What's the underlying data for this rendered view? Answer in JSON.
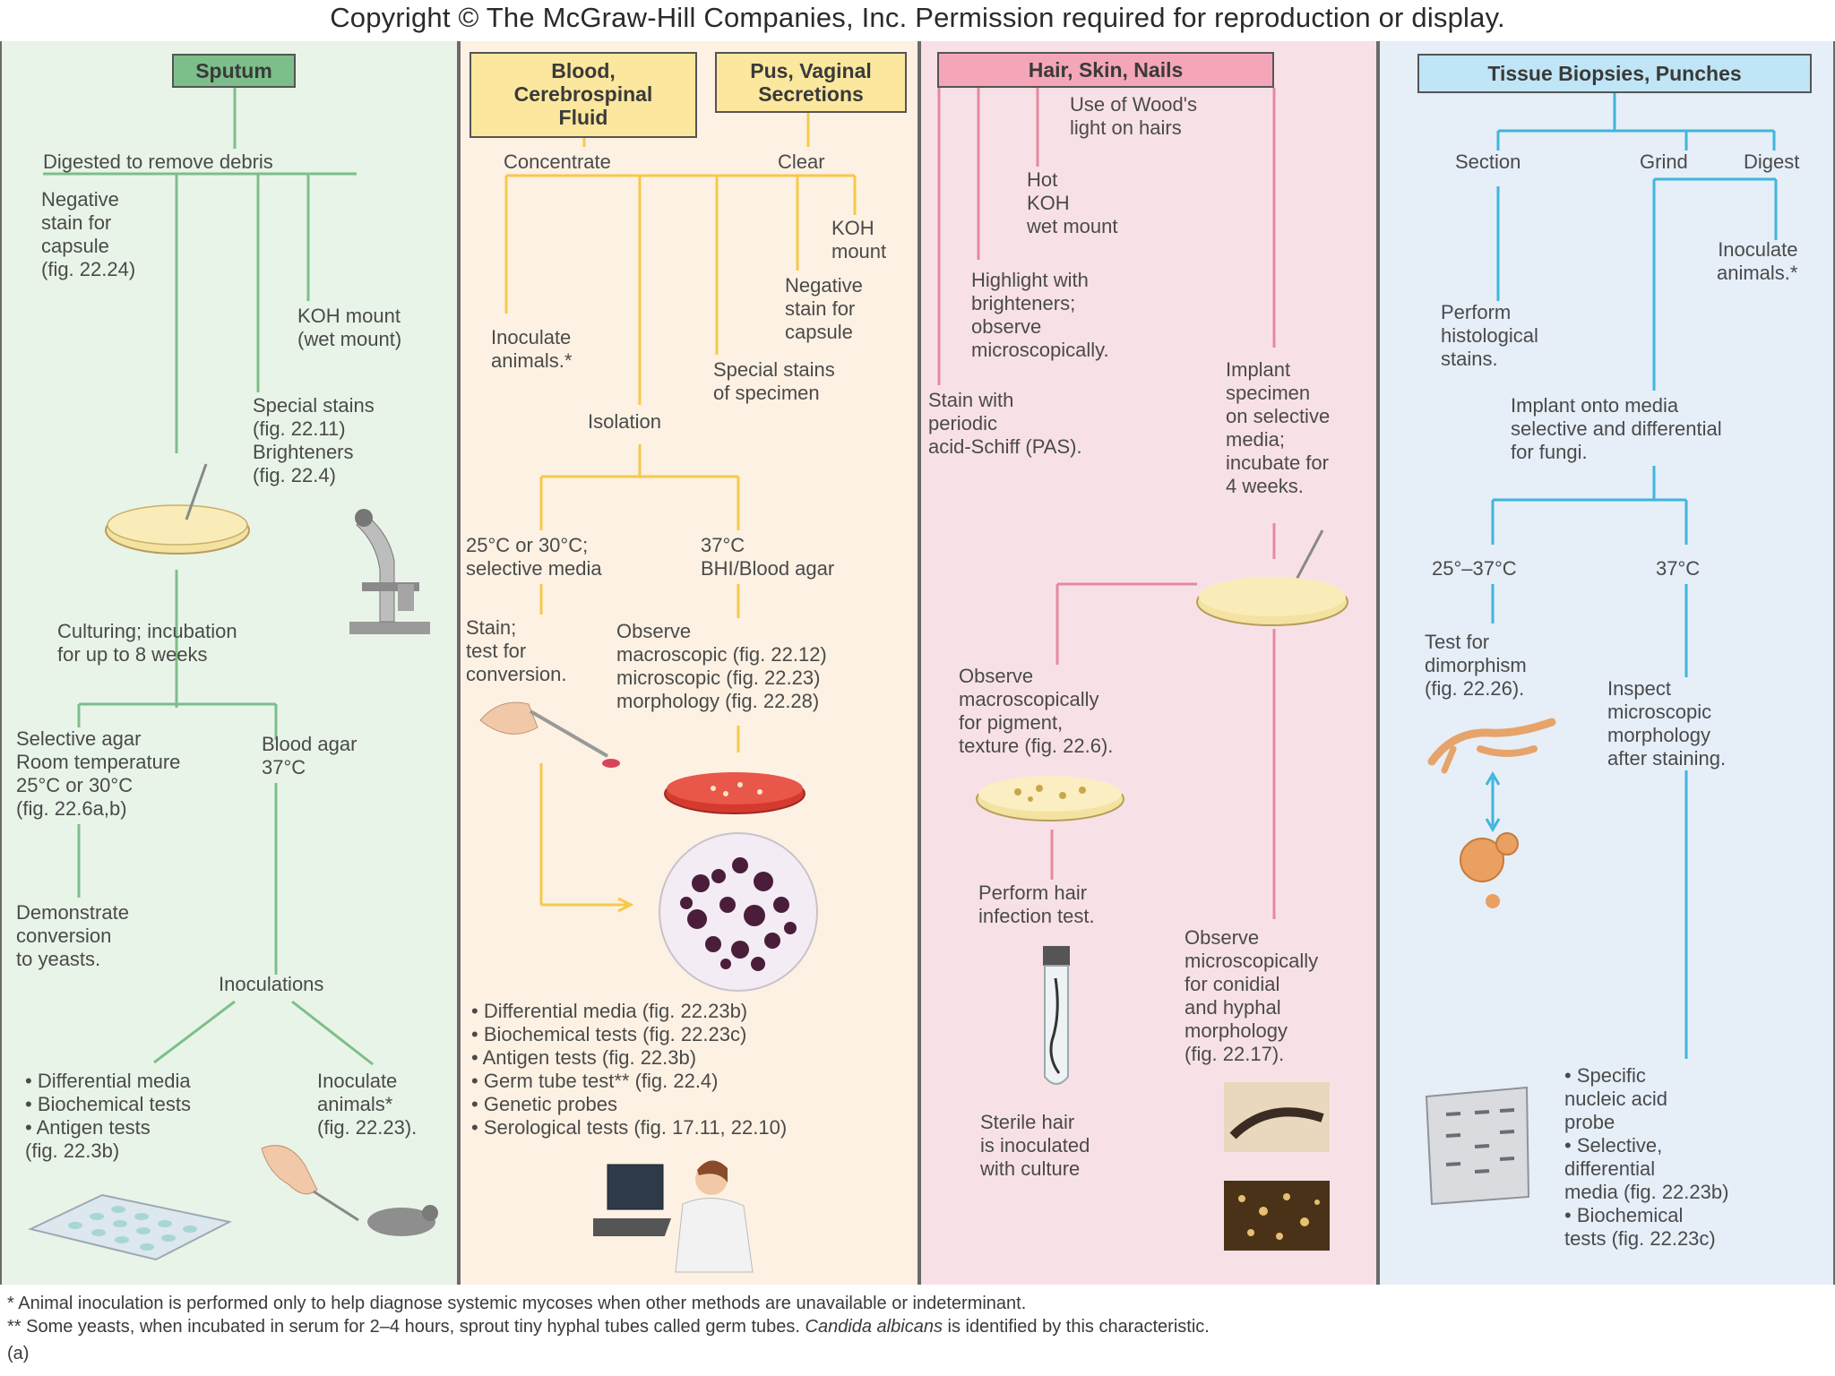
{
  "copyright": "Copyright © The McGraw-Hill Companies, Inc. Permission required for reproduction or display.",
  "sputum": {
    "title": "Sputum",
    "digested": "Digested to remove debris",
    "neg_stain": "Negative\nstain for\ncapsule\n(fig. 22.24)",
    "koh": "KOH mount\n(wet mount)",
    "special": "Special stains\n(fig. 22.11)\nBrighteners\n(fig. 22.4)",
    "culturing": "Culturing; incubation\nfor up to 8 weeks",
    "selective": "Selective agar\nRoom temperature\n25°C or 30°C\n(fig. 22.6a,b)",
    "blood_agar": "Blood agar\n37°C",
    "demonstrate": "Demonstrate\nconversion\nto yeasts.",
    "inoculations": "Inoculations",
    "bullets": [
      "Differential media",
      "Biochemical tests",
      "Antigen tests\n(fig. 22.3b)"
    ],
    "inoculate": "Inoculate\nanimals*\n(fig. 22.23)."
  },
  "blood": {
    "title1": "Blood,\nCerebrospinal\nFluid",
    "title2": "Pus, Vaginal\nSecretions",
    "concentrate": "Concentrate",
    "clear": "Clear",
    "koh": "KOH\nmount",
    "neg_stain": "Negative\nstain for\ncapsule",
    "inoculate": "Inoculate\nanimals.*",
    "special": "Special stains\nof specimen",
    "isolation": "Isolation",
    "temp_25": "25°C or 30°C;\nselective media",
    "temp_37": "37°C\nBHI/Blood agar",
    "stain": "Stain;\ntest for\nconversion.",
    "observe": "Observe\nmacroscopic (fig. 22.12)\nmicroscopic (fig. 22.23)\nmorphology (fig. 22.28)",
    "bullets": [
      "Differential media (fig. 22.23b)",
      "Biochemical tests (fig. 22.23c)",
      "Antigen tests (fig. 22.3b)",
      "Germ tube test** (fig. 22.4)",
      "Genetic probes",
      "Serological tests (fig. 17.11, 22.10)"
    ]
  },
  "hair": {
    "title": "Hair, Skin, Nails",
    "woods": "Use of Wood's\nlight on hairs",
    "hot_koh": "Hot\nKOH\nwet mount",
    "highlight": "Highlight with\nbrighteners;\nobserve\nmicroscopically.",
    "pas": "Stain with\nperiodic\nacid-Schiff (PAS).",
    "implant": "Implant\nspecimen\non selective\nmedia;\nincubate for\n4 weeks.",
    "observe_macro": "Observe\nmacroscopically\nfor pigment,\ntexture (fig. 22.6).",
    "hair_test": "Perform hair\ninfection test.",
    "sterile": "Sterile hair\nis inoculated\nwith culture",
    "observe_micro": "Observe\nmicroscopically\nfor conidial\nand hyphal\nmorphology\n(fig. 22.17)."
  },
  "tissue": {
    "title": "Tissue Biopsies, Punches",
    "section": "Section",
    "grind": "Grind",
    "digest": "Digest",
    "inoculate": "Inoculate\nanimals.*",
    "histo": "Perform\nhistological\nstains.",
    "implant": "Implant onto media\nselective and differential\nfor fungi.",
    "temp_25": "25°–37°C",
    "temp_37": "37°C",
    "dimorph": "Test for\ndimorphism\n(fig. 22.26).",
    "inspect": "Inspect\nmicroscopic\nmorphology\nafter staining.",
    "bullets": [
      "Specific\nnucleic acid\nprobe",
      "Selective,\ndifferential\nmedia (fig. 22.23b)",
      "Biochemical\ntests (fig. 22.23c)"
    ]
  },
  "footnotes": {
    "f1": "* Animal inoculation is performed only to help diagnose systemic mycoses when other methods are unavailable or indeterminant.",
    "f2_a": "** Some yeasts, when incubated in serum for 2–4 hours, sprout tiny hyphal tubes called germ tubes. ",
    "f2_b": "Candida albicans",
    "f2_c": " is identified by this characteristic.",
    "label": "(a)"
  },
  "colors": {
    "sputum": "#7cbf8a",
    "blood": "#f6c94a",
    "hair": "#e58aa0",
    "tissue": "#3fb6dc"
  }
}
